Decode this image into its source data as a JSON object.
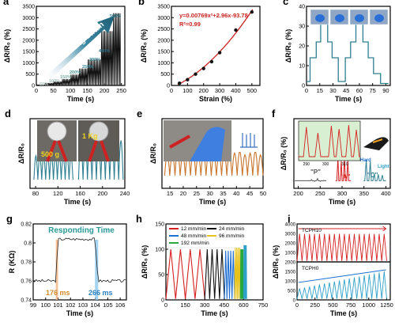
{
  "figure": {
    "panel_letters": [
      "a",
      "b",
      "c",
      "d",
      "e",
      "f",
      "g",
      "h",
      "i"
    ]
  },
  "colors": {
    "teal": "#2f7f91",
    "orange": "#c8742a",
    "red": "#d62020",
    "black": "#111111",
    "blue": "#1f6fd1",
    "yellow": "#e8c21a",
    "green": "#28a83a",
    "cyan": "#2ea0c8",
    "fit": "#c9211e",
    "panel_g_line": "#222222",
    "band_orange": "#f2b27d",
    "band_blue": "#8fc9ef",
    "inset_bg": "#d9efd2"
  },
  "chart_data": [
    {
      "panel": "a",
      "type": "line",
      "xlabel": "Time (s)",
      "ylabel": "ΔR/R₀ (%)",
      "xlim": [
        0,
        260
      ],
      "ylim": [
        0,
        3500
      ],
      "xticks": [
        0,
        50,
        100,
        150,
        200,
        250
      ],
      "yticks": [
        0,
        500,
        1000,
        1500,
        2000,
        2500,
        3000,
        3500
      ],
      "annotation": "Increasing Strain",
      "step_labels": [
        "80%",
        "100%",
        "150%",
        "200%",
        "250%",
        "300%",
        "400%",
        "500%"
      ],
      "steps": [
        {
          "t0": 25,
          "t1": 50,
          "peak": 110
        },
        {
          "t0": 50,
          "t1": 75,
          "peak": 175
        },
        {
          "t0": 75,
          "t1": 100,
          "peak": 285
        },
        {
          "t0": 100,
          "t1": 125,
          "peak": 480
        },
        {
          "t0": 125,
          "t1": 150,
          "peak": 750
        },
        {
          "t0": 150,
          "t1": 190,
          "peak": 1150
        },
        {
          "t0": 190,
          "t1": 225,
          "peak": 2400
        },
        {
          "t0": 225,
          "t1": 248,
          "peak": 3200
        }
      ]
    },
    {
      "panel": "b",
      "type": "scatter",
      "xlabel": "Strain (%)",
      "ylabel": "ΔR/R₀ (%)",
      "xlim": [
        0,
        550
      ],
      "ylim": [
        0,
        3500
      ],
      "xticks": [
        0,
        100,
        200,
        300,
        400,
        500
      ],
      "yticks": [
        0,
        500,
        1000,
        1500,
        2000,
        2500,
        3000,
        3500
      ],
      "equation": "y=0.00769x²+2.96x-93.78",
      "r2": "R²=0.99",
      "x": [
        50,
        100,
        150,
        200,
        250,
        300,
        400,
        500
      ],
      "y": [
        100,
        255,
        500,
        750,
        1050,
        1450,
        2450,
        3250
      ],
      "fit": {
        "a": 0.00769,
        "b": 2.96,
        "c": -93.78
      }
    },
    {
      "panel": "c",
      "type": "line",
      "xlabel": "Time (s)",
      "ylabel": "ΔR/R₀ (%)",
      "xlim": [
        0,
        95
      ],
      "ylim": [
        0,
        40
      ],
      "xticks": [
        0,
        15,
        30,
        45,
        60,
        75,
        90
      ],
      "yticks": [
        0,
        10,
        20,
        30,
        40
      ],
      "levels": [
        [
          0,
          2
        ],
        [
          4,
          2
        ],
        [
          4,
          14
        ],
        [
          11,
          14
        ],
        [
          11,
          22
        ],
        [
          16,
          22
        ],
        [
          16,
          31
        ],
        [
          24,
          31
        ],
        [
          24,
          22
        ],
        [
          29,
          22
        ],
        [
          29,
          14
        ],
        [
          36,
          14
        ],
        [
          36,
          2
        ],
        [
          44,
          2
        ],
        [
          44,
          14
        ],
        [
          50,
          14
        ],
        [
          50,
          22
        ],
        [
          56,
          22
        ],
        [
          56,
          31
        ],
        [
          64,
          31
        ],
        [
          64,
          22
        ],
        [
          70,
          22
        ],
        [
          70,
          14
        ],
        [
          76,
          14
        ],
        [
          76,
          6
        ],
        [
          84,
          6
        ],
        [
          84,
          1
        ],
        [
          93,
          1
        ]
      ]
    },
    {
      "panel": "d",
      "type": "line",
      "xlabel": "Time (s)",
      "ylabel": "ΔR/R₀",
      "xlim": [
        70,
        240
      ],
      "xticks": [
        80,
        120,
        160,
        200,
        240
      ],
      "labels": [
        "500 g",
        "1 Kg"
      ],
      "segments": [
        {
          "t0": 77,
          "t1": 147,
          "base": 0.2,
          "amp": 0.55,
          "count": 10
        },
        {
          "t0": 157,
          "t1": 237,
          "base": 0.2,
          "amp": 0.9,
          "count": 10
        }
      ]
    },
    {
      "panel": "e",
      "type": "line",
      "xlabel": "Time (s)",
      "ylabel": "ΔR/R₀",
      "xlim": [
        12,
        50
      ],
      "xticks": [
        15,
        20,
        25,
        30,
        35,
        40,
        45,
        50
      ],
      "t0": 13,
      "t1": 50,
      "count": 19,
      "base": 0.22,
      "amp": 0.42
    },
    {
      "panel": "f",
      "type": "line",
      "xlabel": "Time (s)",
      "ylabel": "ΔR/R₀ (%)",
      "xlim": [
        190,
        410
      ],
      "xticks": [
        200,
        250,
        300,
        350,
        400
      ],
      "letter_labels": [
        "\"P\"",
        "\"A\"",
        "\"C\""
      ],
      "c_labels": [
        "Hard",
        "Light"
      ],
      "inset_xticks": [
        290,
        300,
        310
      ],
      "groups": [
        {
          "t0": 228,
          "t1": 262,
          "peaks": [
            0.25,
            0.2,
            0.28,
            0.2,
            0.22
          ]
        },
        {
          "t0": 288,
          "t1": 318,
          "peaks": [
            0.88,
            0.78,
            0.92,
            0.83
          ]
        },
        {
          "t0": 352,
          "t1": 398,
          "peaks": [
            0.82,
            0.78,
            0.42,
            0.4,
            0.38
          ]
        }
      ]
    },
    {
      "panel": "g",
      "type": "line",
      "xlabel": "Time (s)",
      "ylabel": "R (KΩ)",
      "xlim": [
        99,
        106.5
      ],
      "ylim": [
        0.74,
        0.82
      ],
      "xticks": [
        99,
        100,
        101,
        102,
        103,
        104,
        105,
        106
      ],
      "yticks": [
        0.74,
        0.76,
        0.78,
        0.8,
        0.82
      ],
      "annotation": "Responding Time",
      "rise_label": "176 ms",
      "fall_label": "266 ms",
      "rise_band": [
        100.82,
        101.0
      ],
      "fall_band": [
        103.97,
        104.23
      ],
      "low": 0.76,
      "high": 0.804
    },
    {
      "panel": "h",
      "type": "line",
      "xlabel": "Time (s)",
      "ylabel": "ΔR/R₀ (%)",
      "xlim": [
        0,
        750
      ],
      "ylim": [
        0,
        150
      ],
      "xticks": [
        0,
        150,
        300,
        450,
        600,
        750
      ],
      "yticks": [
        0,
        50,
        100,
        150
      ],
      "series": [
        {
          "name": "12 mm/min",
          "color": "#d62020",
          "t0": 0,
          "t1": 300,
          "count": 4,
          "amp": 100
        },
        {
          "name": "24 mm/min",
          "color": "#111111",
          "t0": 300,
          "t1": 452,
          "count": 4,
          "amp": 100
        },
        {
          "name": "48 mm/min",
          "color": "#1f6fd1",
          "t0": 452,
          "t1": 530,
          "count": 4,
          "amp": 97
        },
        {
          "name": "96 mm/min",
          "color": "#e8c21a",
          "t0": 530,
          "t1": 575,
          "count": 4,
          "amp": 103
        },
        {
          "name": "192 mm/min",
          "color": "#28a83a",
          "t0": 575,
          "t1": 598,
          "count": 4,
          "amp": 100
        },
        {
          "name": "",
          "color": "#2ea0c8",
          "t0": 600,
          "t1": 623,
          "count": 4,
          "amp": 108
        }
      ]
    },
    {
      "panel": "i",
      "type": "line",
      "xlabel": "Time (s)",
      "ylabel": "ΔR/R₀ (%)",
      "xlim": [
        0,
        1300
      ],
      "xticks": [
        0,
        250,
        500,
        750,
        1000,
        1250
      ],
      "top": {
        "name": "TCPH10",
        "yticks": [
          0,
          1000,
          2000,
          3000,
          4000
        ],
        "ylim": [
          0,
          4000
        ],
        "peak": 2950,
        "count": 18,
        "color": "#d62020"
      },
      "bottom": {
        "name": "TCPH0",
        "yticks": [
          0,
          500,
          1000,
          1500,
          2000
        ],
        "ylim": [
          0,
          2000
        ],
        "peak0": 600,
        "peak1": 1500,
        "count": 18,
        "color": "#2ea0c8"
      }
    }
  ]
}
